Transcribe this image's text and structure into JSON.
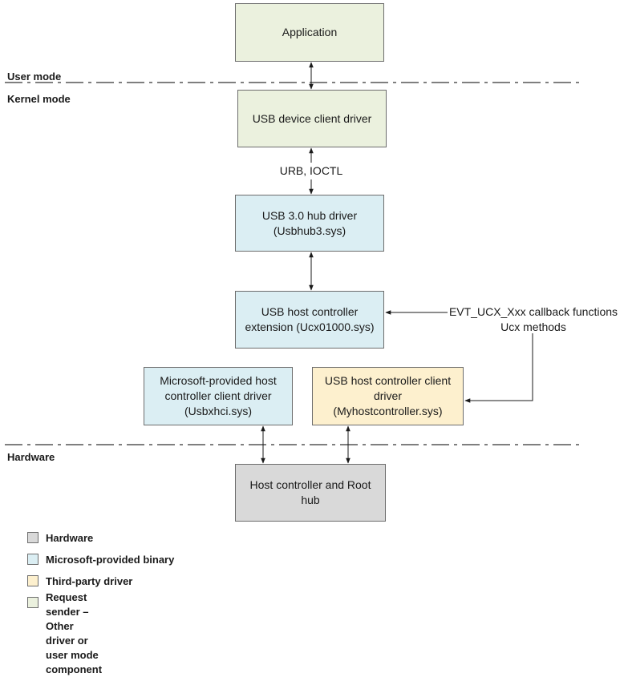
{
  "zones": {
    "user_mode": "User mode",
    "kernel_mode": "Kernel mode",
    "hardware": "Hardware"
  },
  "boxes": {
    "application": [
      "Application"
    ],
    "client_driver": [
      "USB device client driver"
    ],
    "hub_driver": [
      "USB 3.0 hub driver",
      "(Usbhub3.sys)"
    ],
    "ucx": [
      "USB host controller",
      "extension (Ucx01000.sys)"
    ],
    "ms_client": [
      "Microsoft-provided host",
      "controller client driver",
      "(Usbxhci.sys)"
    ],
    "third_client": [
      "USB host controller client",
      "driver",
      "(Myhostcontroller.sys)"
    ],
    "hw_controller": [
      "Host controller and Root",
      "hub"
    ]
  },
  "labels": {
    "urb": "URB, IOCTL",
    "callbacks": [
      "EVT_UCX_Xxx callback functions",
      "Ucx methods"
    ]
  },
  "legend": [
    {
      "label": "Hardware",
      "color": "#d9d9d9"
    },
    {
      "label": "Microsoft-provided binary",
      "color": "#dbeef3"
    },
    {
      "label": "Third-party driver",
      "color": "#fdf0ce"
    },
    {
      "label": "Request sender –\nOther driver or user mode component",
      "color": "#ebf1de"
    }
  ],
  "colors": {
    "request_sender": "#ebf1de",
    "microsoft": "#dbeef3",
    "third_party": "#fdf0ce",
    "hardware": "#d9d9d9",
    "line": "#1a1a1a"
  }
}
